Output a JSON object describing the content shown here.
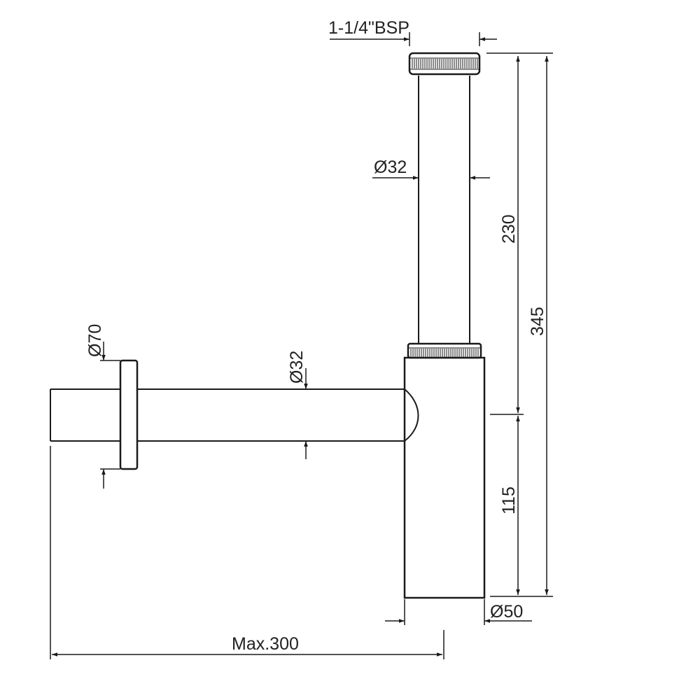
{
  "dimensions": {
    "thread": "1-1/4\"BSP",
    "tube_diameter_top": "Ø32",
    "tube_diameter_horizontal": "Ø32",
    "flange_diameter": "Ø70",
    "height_upper": "230",
    "height_total": "345",
    "height_lower": "115",
    "body_diameter": "Ø50",
    "max_length": "Max.300"
  }
}
